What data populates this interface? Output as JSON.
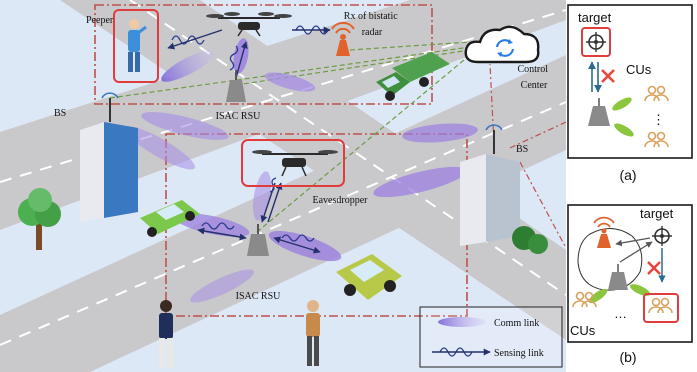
{
  "main_scene": {
    "labels": {
      "peeper": "Peeper",
      "rx_bistatic": "Rx of bistatic\nradar",
      "control_center": "Control\nCenter",
      "bs_left": "BS",
      "bs_right": "BS",
      "isac_rsu_top": "ISAC RSU",
      "isac_rsu_bottom": "ISAC RSU",
      "eavesdropper": "Eavesdropper"
    },
    "legend": {
      "comm_link": "Comm link",
      "sensing_link": "Sensing link"
    }
  },
  "panel_a": {
    "target_label": "target",
    "cus_label": "CUs",
    "ellipsis": "⋮",
    "caption": "(a)"
  },
  "panel_b": {
    "target_label": "target",
    "cus_label": "CUs",
    "ellipsis": "…",
    "caption": "(b)"
  },
  "colors": {
    "background": "#dde8f6",
    "road": "#c9c9cc",
    "lane_marking": "#ffffff",
    "dashdot_frame": "#c0504d",
    "highlight_box": "#e03c3c",
    "comm_beam": "#9b7fe0",
    "green_beam": "#8cc63f",
    "sensing_link": "#2b3a8c",
    "block_x": "#e8453c",
    "target_orange": "#e2622d",
    "cu_orange": "#d8a25d"
  },
  "icons": [
    "target-crosshair-icon",
    "user-group-icon",
    "antenna-signal-icon",
    "cloud-sync-icon",
    "block-x-icon"
  ]
}
